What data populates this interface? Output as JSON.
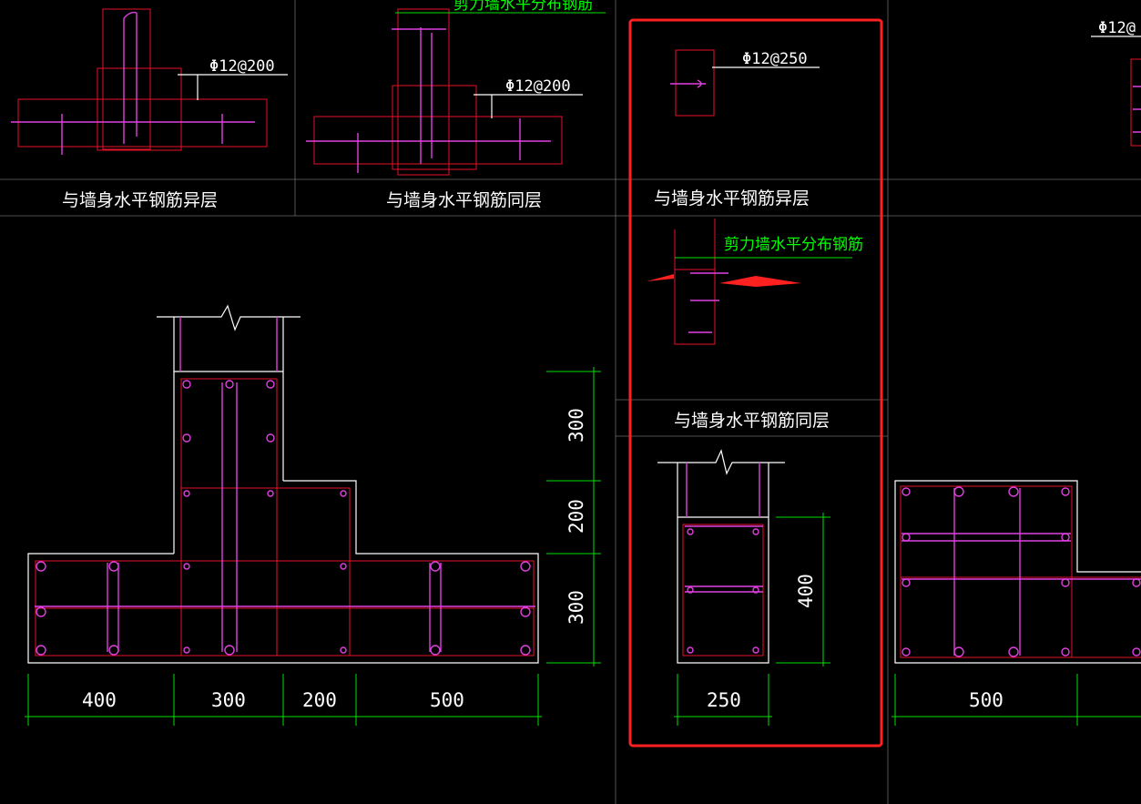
{
  "captions": {
    "top_left": "与墙身水平钢筋异层",
    "top_middle": "与墙身水平钢筋同层",
    "top_right": "与墙身水平钢筋异层",
    "middle_right": "与墙身水平钢筋同层"
  },
  "rebar_labels": {
    "top_left": "Φ12@200",
    "top_middle": "Φ12@200",
    "top_right": "Φ12@250",
    "far_right": "Φ12@"
  },
  "notes": {
    "shear_wall_top": "剪力墙水平分布钢筋",
    "shear_wall_mid": "剪力墙水平分布钢筋"
  },
  "dimensions": {
    "left_horizontal": [
      "400",
      "300",
      "200",
      "500"
    ],
    "left_vertical": [
      "300",
      "200",
      "300"
    ],
    "middle_horizontal": "250",
    "middle_vertical": "400",
    "right_horizontal": "500"
  },
  "colors": {
    "background": "#000000",
    "outline": "#ffffff",
    "rebar_red": "#e8102a",
    "rebar_magenta": "#e040e0",
    "dimension_green": "#00e000",
    "highlight": "#ff2020"
  }
}
